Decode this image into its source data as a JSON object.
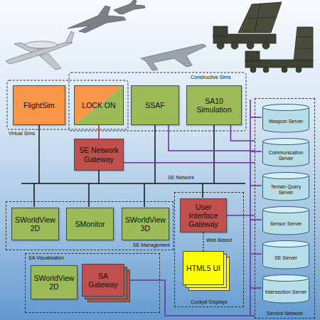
{
  "diagram": {
    "nodes": [
      {
        "text": [
          "FlightSim"
        ]
      },
      {
        "text": [
          "LOCK ON"
        ]
      },
      {
        "text": [
          "SSAF"
        ]
      },
      {
        "text": [
          "SA10 Simulation"
        ]
      },
      {
        "text": [
          "Service Network"
        ]
      },
      {
        "text": [
          "Weapon Server"
        ],
        "in": 4
      },
      {
        "text": [
          "Communication Server"
        ],
        "in": 4
      },
      {
        "text": [
          "Terrain Query Server"
        ],
        "in": 4
      },
      {
        "text": [
          "Sensor Server"
        ],
        "in": 4
      },
      {
        "text": [
          "SE Server"
        ],
        "in": 4
      },
      {
        "text": [
          "Intersection Server"
        ],
        "in": 4
      },
      {
        "text": [
          "SE Network Gateway"
        ]
      },
      {
        "text": [
          "SE Management"
        ]
      },
      {
        "text": [
          "SWorldView 2D"
        ],
        "in": 12
      },
      {
        "text": [
          "SMonitor"
        ],
        "in": 12
      },
      {
        "text": [
          "SWorldView 3D"
        ],
        "in": 12
      },
      {
        "text": [
          "Cockpit Displays"
        ]
      },
      {
        "text": [
          "User Interface Gateway"
        ],
        "in": 16
      },
      {
        "text": [
          "HTML5 UI"
        ],
        "in": 16
      },
      {
        "text": [
          "SA Visualisation"
        ]
      },
      {
        "text": [
          "SWorldView 2D"
        ],
        "in": 19
      },
      {
        "text": [
          "SA Gateway"
        ],
        "in": 19
      }
    ],
    "edges": [
      {
        "from": 1,
        "to": 11,
        "arrow": "none"
      },
      {
        "from": 2,
        "to": 4,
        "arrow": "none"
      },
      {
        "from": 3,
        "to": 4,
        "arrow": "none"
      },
      {
        "from": 11,
        "to": 4,
        "arrow": "none"
      },
      {
        "from": 17,
        "to": 18,
        "label": "Web Based",
        "arrow": "none"
      },
      {
        "from": 17,
        "to": 4,
        "arrow": "none"
      },
      {
        "from": 21,
        "to": 4,
        "arrow": "none"
      }
    ],
    "labels": [
      "Virtual Sims",
      "Constructive Sims",
      "SE Network"
    ]
  }
}
